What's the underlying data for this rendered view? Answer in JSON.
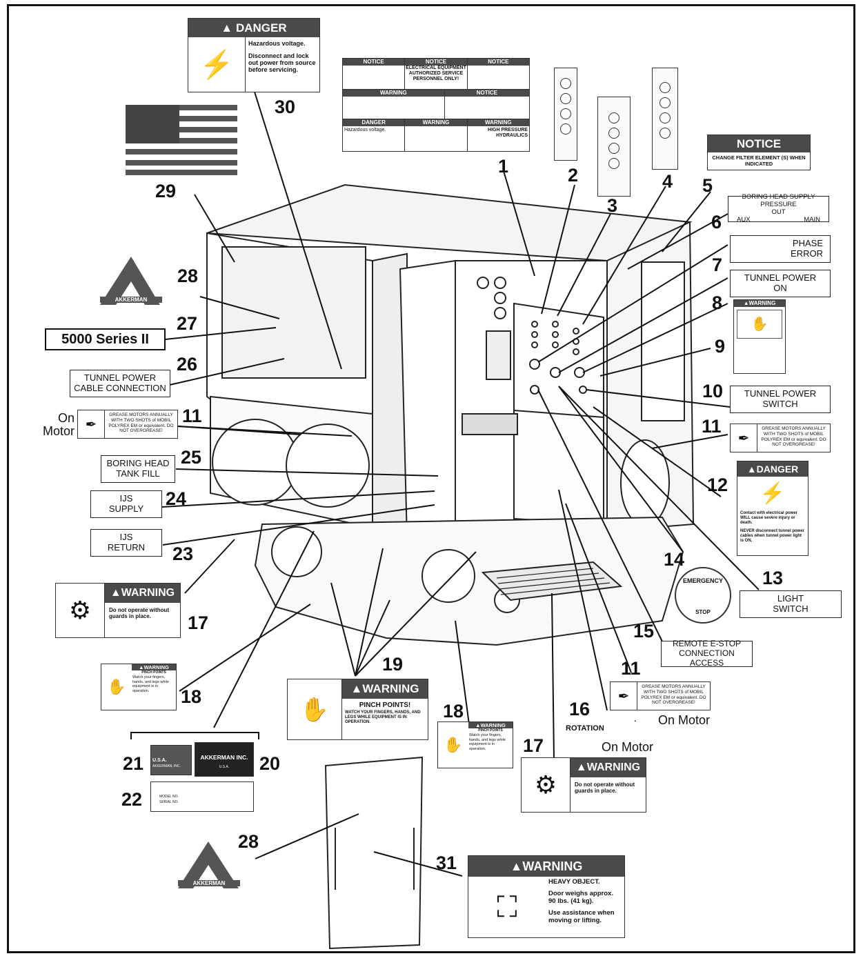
{
  "callouts": {
    "n1": "1",
    "n2": "2",
    "n3": "3",
    "n4": "4",
    "n5": "5",
    "n6": "6",
    "n7": "7",
    "n8": "8",
    "n9": "9",
    "n10": "10",
    "n11a": "11",
    "n11b": "11",
    "n11c": "11",
    "n12": "12",
    "n13": "13",
    "n14": "14",
    "n15": "15",
    "n16": "16",
    "n17a": "17",
    "n17b": "17",
    "n18a": "18",
    "n18b": "18",
    "n19": "19",
    "n20": "20",
    "n21": "21",
    "n22": "22",
    "n23": "23",
    "n24": "24",
    "n25": "25",
    "n26": "26",
    "n27": "27",
    "n28a": "28",
    "n28b": "28",
    "n29": "29",
    "n30": "30",
    "n31": "31"
  },
  "labels": {
    "boring_head_supply_pressure": "BORING HEAD SUPPLY PRESSURE",
    "out": "OUT",
    "aux": "AUX",
    "main": "MAIN",
    "phase_error_1": "PHASE",
    "phase_error_2": "ERROR",
    "tunnel_power_on_1": "TUNNEL POWER",
    "tunnel_power_on_2": "ON",
    "tunnel_power_switch_1": "TUNNEL POWER",
    "tunnel_power_switch_2": "SWITCH",
    "light_switch_1": "LIGHT",
    "light_switch_2": "SWITCH",
    "remote_estop_1": "REMOTE E-STOP",
    "remote_estop_2": "CONNECTION ACCESS",
    "tunnel_power_cable_1": "TUNNEL POWER",
    "tunnel_power_cable_2": "CABLE CONNECTION",
    "boring_head_tank_fill_1": "BORING HEAD",
    "boring_head_tank_fill_2": "TANK FILL",
    "ijs_supply_1": "IJS",
    "ijs_supply_2": "SUPPLY",
    "ijs_return_1": "IJS",
    "ijs_return_2": "RETURN",
    "series": "5000 Series II",
    "rotation": "ROTATION",
    "on_motor_left_1": "On",
    "on_motor_left_2": "Motor",
    "on_motor_right": "On Motor",
    "on_motor_rotation": "On Motor",
    "estop_top": "EMERGENCY",
    "estop_bottom": "STOP",
    "akkerman": "AKKERMAN"
  },
  "decals": {
    "danger_top": {
      "header": "DANGER",
      "line1": "Hazardous voltage.",
      "line2": "Disconnect and lock out power from source before servicing."
    },
    "danger_12": {
      "header": "DANGER",
      "line1": "Contact with electrical power WILL cause severe injury or death.",
      "line2": "NEVER disconnect tunnel power cables when tunnel power light is ON."
    },
    "notice_5": {
      "header": "NOTICE",
      "body": "CHANGE FILTER ELEMENT (S) WHEN INDICATED"
    },
    "warning_17": {
      "header": "WARNING",
      "body": "Do not operate without guards in place."
    },
    "warning_19": {
      "header": "WARNING",
      "title": "PINCH POINTS!",
      "body": "WATCH YOUR FINGERS, HANDS, AND LEGS WHILE EQUIPMENT IS IN OPERATION."
    },
    "warning_18": {
      "header": "WARNING",
      "title": "PINCH POINTS",
      "body": "Watch your fingers, hands, and legs while equipment is in operation."
    },
    "warning_31": {
      "header": "WARNING",
      "title": "HEAVY OBJECT.",
      "body1": "Door weighs approx. 90 lbs. (41 kg).",
      "body2": "Use assistance when moving or lifting."
    },
    "grease_11": {
      "body": "GREASE MOTORS ANNUALLY WITH TWO SHOTS of MOBIL POLYREX EM or equivalent. DO NOT OVERGREASE!"
    },
    "warning_9": {
      "header": "WARNING"
    },
    "decal_1": {
      "notice_a": "NOTICE",
      "notice_b": "NOTICE",
      "notice_c": "NOTICE",
      "notice_b_body": "ELECTRICAL EQUIPMENT AUTHORIZED SERVICE PERSONNEL ONLY!",
      "warning_a": "WARNING",
      "notice_d": "NOTICE",
      "danger": "DANGER",
      "warning_b": "WARNING",
      "warning_c": "WARNING",
      "danger_body": "Hazardous voltage.",
      "warning_c_body": "HIGH PRESSURE HYDRAULICS"
    },
    "plate_20": {
      "line1": "AKKERMAN INC.",
      "line2": "U.S.A."
    },
    "plate_21": {
      "line1": "U.S.A.",
      "line2": "AKKERMAN, INC."
    },
    "plate_22": {
      "line1": "MODEL NO.",
      "line2": "SERIAL NO."
    }
  }
}
